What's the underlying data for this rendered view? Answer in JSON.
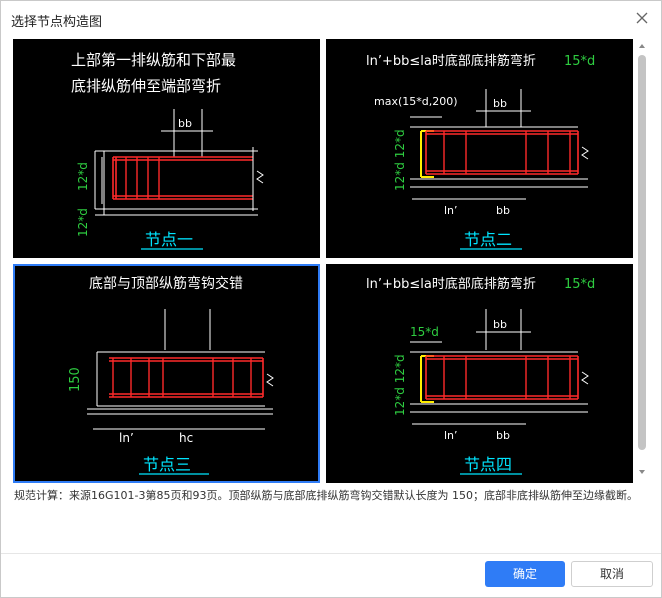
{
  "dialog": {
    "title": "选择节点构造图",
    "ok_label": "确定",
    "cancel_label": "取消",
    "note": "规范计算：来源16G101-3第85页和93页。顶部纵筋与底部底排纵筋弯钩交错默认长度为 150；底部非底排纵筋伸至边缘截断。"
  },
  "panels": [
    {
      "title_line1": "上部第一排纵筋和下部最",
      "title_line2": "底排纵筋伸至端部弯折",
      "caption": "节点一",
      "labels": {
        "bb": "bb",
        "12d_top": "12*d",
        "12d_bottom": "12*d"
      }
    },
    {
      "title": "ln’+bb≤la时底部底排筋弯折",
      "title_suffix": "15*d",
      "caption": "节点二",
      "labels": {
        "max": "max(15*d,200)",
        "bb_top": "bb",
        "12d": "12*d 12*d",
        "ln": "ln’",
        "bb_bottom": "bb"
      }
    },
    {
      "title": "底部与顶部纵筋弯钩交错",
      "caption": "节点三",
      "labels": {
        "150": "150",
        "ln": "ln’",
        "hc": "hc"
      }
    },
    {
      "title": "ln’+bb≤la时底部底排筋弯折",
      "title_suffix": "15*d",
      "caption": "节点四",
      "labels": {
        "15d": "15*d",
        "bb_top": "bb",
        "12d": "12*d 12*d",
        "ln": "ln’",
        "bb_bottom": "bb"
      }
    }
  ],
  "colors": {
    "rebar": "#ff2a2a",
    "hook": "#ffee00",
    "dimension_text": "#2ecc40",
    "caption": "#00e5ff",
    "accent": "#2f7cf6"
  }
}
